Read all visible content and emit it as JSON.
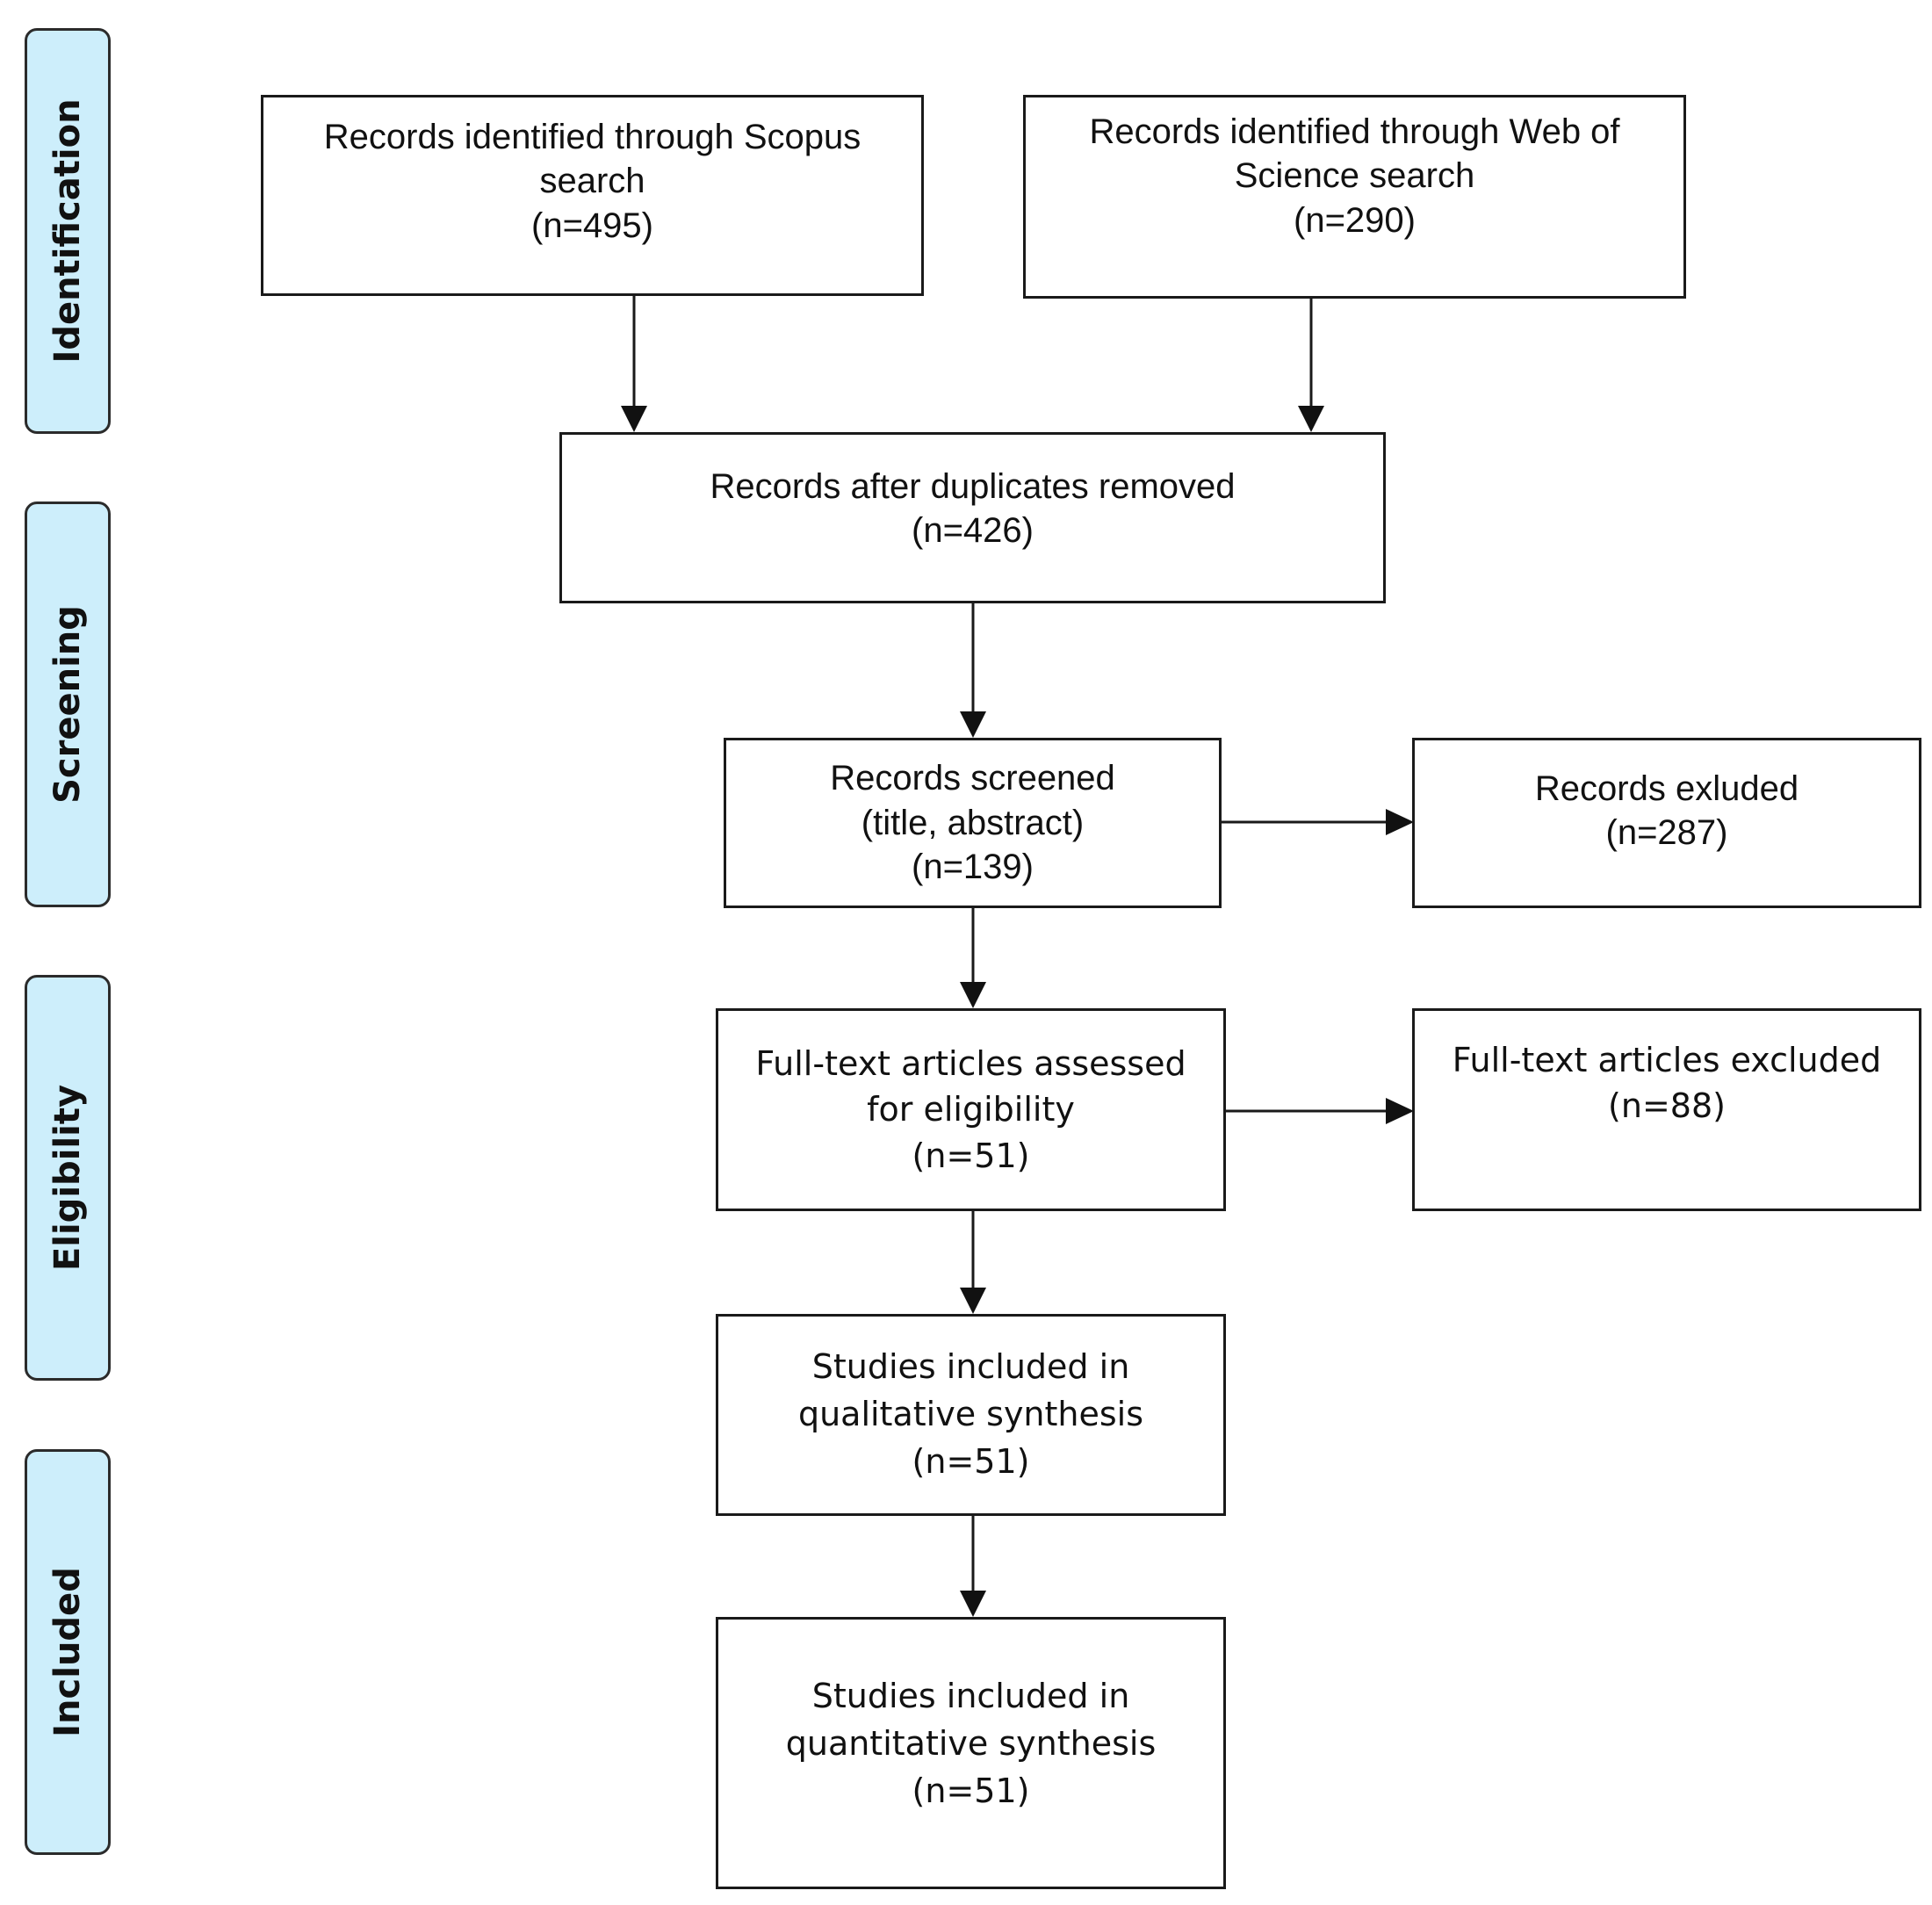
{
  "stages": {
    "identification": "Identification",
    "screening": "Screening",
    "eligibility": "Eligibility",
    "included": "Included"
  },
  "boxes": {
    "scopus": {
      "line1": "Records identified through Scopus",
      "line2": "search",
      "count": "(n=495)"
    },
    "wos": {
      "line1": "Records identified through Web of",
      "line2": "Science search",
      "count": "(n=290)"
    },
    "duplicates": {
      "line1": "Records after duplicates removed",
      "count": "(n=426)"
    },
    "screened": {
      "line1": "Records screened",
      "line2": "(title, abstract)",
      "count": "(n=139)"
    },
    "excluded": {
      "line1": "Records exluded",
      "count": "(n=287)"
    },
    "fulltext": {
      "line1": "Full-text articles assessed",
      "line2": "for eligibility",
      "count": "(n=51)"
    },
    "fulltext_excluded": {
      "line1": "Full-text articles excluded",
      "count": "(n=88)"
    },
    "qualitative": {
      "line1": "Studies included in",
      "line2": "qualitative synthesis",
      "count": "(n=51)"
    },
    "quantitative": {
      "line1": "Studies included in",
      "line2": "quantitative synthesis",
      "count": "(n=51)"
    }
  },
  "colors": {
    "stage_fill": "#cdeefb",
    "stroke": "#1a1a1a"
  }
}
